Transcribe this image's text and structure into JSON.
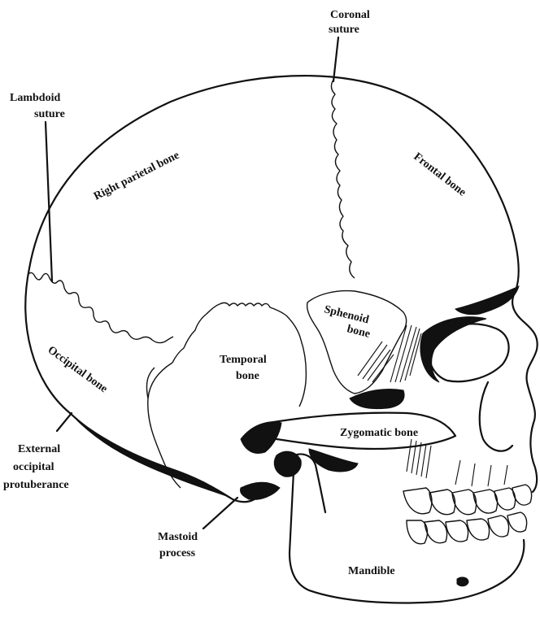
{
  "labels": {
    "coronal_1": "Coronal",
    "coronal_2": "suture",
    "lambdoid_1": "Lambdoid",
    "lambdoid_2": "suture",
    "right_parietal": "Right parietal bone",
    "frontal": "Frontal bone",
    "sphenoid_1": "Sphenoid",
    "sphenoid_2": "bone",
    "temporal_1": "Temporal",
    "temporal_2": "bone",
    "occipital": "Occipital bone",
    "zygomatic": "Zygomatic bone",
    "external_1": "External",
    "external_2": "occipital",
    "external_3": "protuberance",
    "mastoid_1": "Mastoid",
    "mastoid_2": "process",
    "mandible": "Mandible"
  }
}
